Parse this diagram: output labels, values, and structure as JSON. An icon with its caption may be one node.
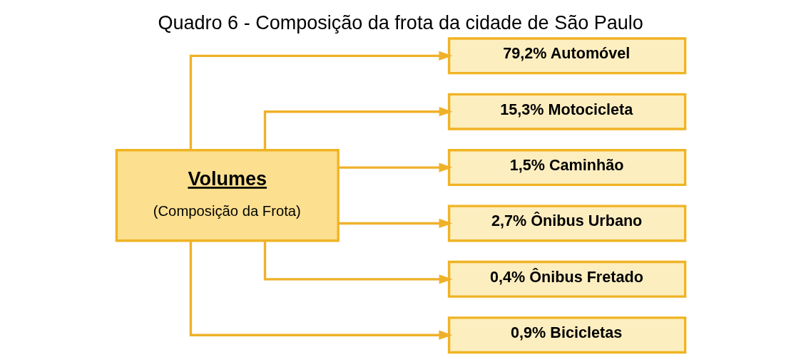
{
  "diagram": {
    "title": "Quadro 6 - Composição da frota da cidade de São Paulo",
    "nodes": [
      {
        "text": [
          "Volumes",
          "(Composição da Frota)"
        ]
      },
      {
        "text": [
          "79,2% Automóvel"
        ]
      },
      {
        "text": [
          "15,3% Motocicleta"
        ]
      },
      {
        "text": [
          "1,5% Caminhão"
        ]
      },
      {
        "text": [
          "2,7% Ônibus Urbano"
        ]
      },
      {
        "text": [
          "0,4% Ônibus Fretado"
        ]
      },
      {
        "text": [
          "0,9% Bicicletas"
        ]
      }
    ],
    "edges": [
      {
        "from": 0,
        "to": 1,
        "arrow": "to"
      },
      {
        "from": 0,
        "to": 2,
        "arrow": "to"
      },
      {
        "from": 0,
        "to": 3,
        "arrow": "to"
      },
      {
        "from": 0,
        "to": 4,
        "arrow": "to"
      },
      {
        "from": 0,
        "to": 5,
        "arrow": "to"
      },
      {
        "from": 0,
        "to": 6,
        "arrow": "to"
      }
    ]
  }
}
